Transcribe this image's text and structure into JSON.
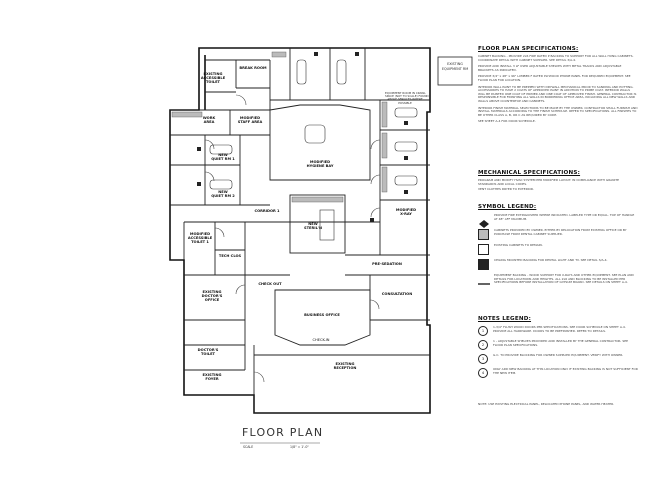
{
  "drawing_title": "FLOOR PLAN",
  "scale_left": "SCALE",
  "scale_right": "1/8\" = 1'-0\"",
  "rooms": {
    "break_room": "BREAK ROOM",
    "existing_accessible_toilet": "EXISTING\nACCESSIBLE\nTOILET",
    "work_area": "WORK\nAREA",
    "modified_staff_area": "MODIFIED\nSTAFF AREA",
    "new_quiet_rm_1": "NEW\nQUIET RM 1",
    "new_quiet_rm_2": "NEW\nQUIET RM 2",
    "modified_hygiene_bay": "MODIFIED\nHYGIENE BAY",
    "corridor": "CORRIDOR 1",
    "modified_accessible_toilet": "MODIFIED\nACCESSIBLE\nTOILET 1",
    "tech_clos": "TECH CLOS",
    "new_sterilization": "NEW\nSTERIL'N",
    "modified_xray": "MODIFIED\nX-RAY",
    "pre_sedation": "PRE-SEDATION",
    "existing_doctors_office": "EXISTING\nDOCTOR'S\nOFFICE",
    "check_out": "CHECK OUT",
    "business_office": "BUSINESS OFFICE",
    "consultation": "CONSULTATION",
    "doctors_toilet": "DOCTOR'S\nTOILET",
    "existing_foyer": "EXISTING\nFOYER",
    "check_in": "CHECK-IN",
    "existing_reception": "EXISTING\nRECEPTION"
  },
  "note_small": "EQUIPMENT ROOM IN CRAWL\nSPACE (NOT TO SCALE) FOUND\nABOVE SERVICES WHERE\nPOSSIBLE",
  "tag": {
    "line1": "EXISTING",
    "line2": "EQUIPMENT RM"
  },
  "specs": {
    "heading": "FLOOR PLAN SPECIFICATIONS:",
    "paragraphs": [
      "CABINET BACKING - PROVIDE 2x6 FIRE RATED P BACKING TO SUPPORT FOR ALL WALL HUNG CABINETS. COORDINATE DETAIL WITH CABINET SUPPLIER. SEE DETAIL 3/A-4.",
      "PROVIDE AND INSTALL 3 LF USER ADJUSTABLE SHELVES WITH METAL TRACKS AND ADJUSTABLE BRACKETS AS INDICATED.",
      "PROVIDE 3/4\" x 48\" x 96\" LUMBER F RATED PLYWOOD PHONE PANEL FOR REQUIRED EQUIPMENT. SEE FLOOR PLAN FOR LOCATION.",
      "INTERIOR WALL PAINT TO BE PREPPED WITH DRYWALL MECHANICAL PRIOR TO SANDING AND POTTING. ACCESSORIES TO HAVE 2 COATS OF APPROVED PAINT IN ADDITION TO PRIME COAT. INTERIOR WALLS WILL BE PAINTED ONE COAT OF PRIMER AND ONE COAT OF APPROVED FINISH. GENERAL CONTRACTOR IS RESPONSIBLE FOR FINISHING ALL WALLS IN BORDERING OFFICE AREA, INCLUDING ALL NEW WALLS AND WALLS ABOVE COUNTERTOP AND CABINETS.",
      "INTERIOR FINISH MATERIAL SELECTIONS TO BE MADE BY THE OWNER. CONTRACTOR SHALL FURNISH AND INSTALL MATERIALS ACCORDING TO THE FINISH SCHEDULE. REFER TO SPECIFICATIONS. ALL FINISHES TO BE OTHER CLASS A, B, OR C AS REQUIRED BY CODE.",
      "SEE SHEET A-4 FOR DOOR SCHEDULE."
    ]
  },
  "mech": {
    "heading": "MECHANICAL SPECIFICATIONS:",
    "paragraphs": [
      "PROGRAM AND MODIFY HVAC SYSTEM PER MODIFIED LAYOUT. IN COMPLIANCE WITH GRANITE STANDARDS AND LOCAL CODES.",
      "VENT CLOTHES DRYER TO EXTERIOR."
    ]
  },
  "legend": {
    "heading": "SYMBOL LEGEND:",
    "items": [
      {
        "text": "PROVIDE FIRE EXTINGUISHER WHERE INDICATED. LABELED TYPE OR EQUAL. TOP OF HANDLE AT 48\" AFF MAXIMUM.",
        "style": "fe"
      },
      {
        "text": "CABINETS PROVIDED BY OWNER. EITHER BY RELOCATION FROM EXISTING OFFICE OR BY PURCHASE FROM DENTAL CABINET SUPPLIER.",
        "style": "gray"
      },
      {
        "text": "EXISTING CABINETS TO REMAIN.",
        "style": "white"
      },
      {
        "text": "CEILING MOUNTED BACKING FOR DENTAL LIGHT AND TV. SEE DETAIL 3/A-4.",
        "style": "dark"
      },
      {
        "text": "EQUIPMENT BACKING - WOOD SUPPORT FOR X-RAYS AND OTHER EQUIPMENT. SEE PLAN AND DETAILS FOR LOCATIONS AND HEIGHTS. ALL 2x6 AND BLOCKING TO BE INSTALLED PER SPECIFICATIONS BEFORE INSTALLATION OF GYPSUM BOARD. SEE DETAILS ON SHEET A-4.",
        "style": "line"
      }
    ]
  },
  "notes": {
    "heading": "NOTES LEGEND:",
    "items": [
      {
        "num": "1",
        "text": "1-3/4\" FLUSH WOOD DOORS PER SPECIFICATIONS. SEE DOOR SCHEDULE ON SHEET A-4. PROVIDE ALL HARDWARE. DOORS TO BE PREFINISHED. REFER TO DETAILS."
      },
      {
        "num": "2",
        "text": "1 - ADJUSTABLE SHELVES PROVIDED AND INSTALLED BY THE GENERAL CONTRACTOR. SEE FLOOR PLAN SPECIFICATIONS."
      },
      {
        "num": "3",
        "text": "G.C. TO PROVIDE BLOCKING FOR OWNER SUPPLIED EQUIPMENT. VERIFY WITH OWNER."
      },
      {
        "num": "4",
        "text": "ONLY ADD NEW BACKING AT THIS LOCATION ONLY IF EXISTING BACKING IS NOT SUFFICIENT FOR THE NEW ITEM."
      }
    ]
  },
  "bottom_note": "NOTE: USE EXISTING ELECTRICAL PANEL, RELOCATED PHONE PANEL, AND WATER HEATER."
}
